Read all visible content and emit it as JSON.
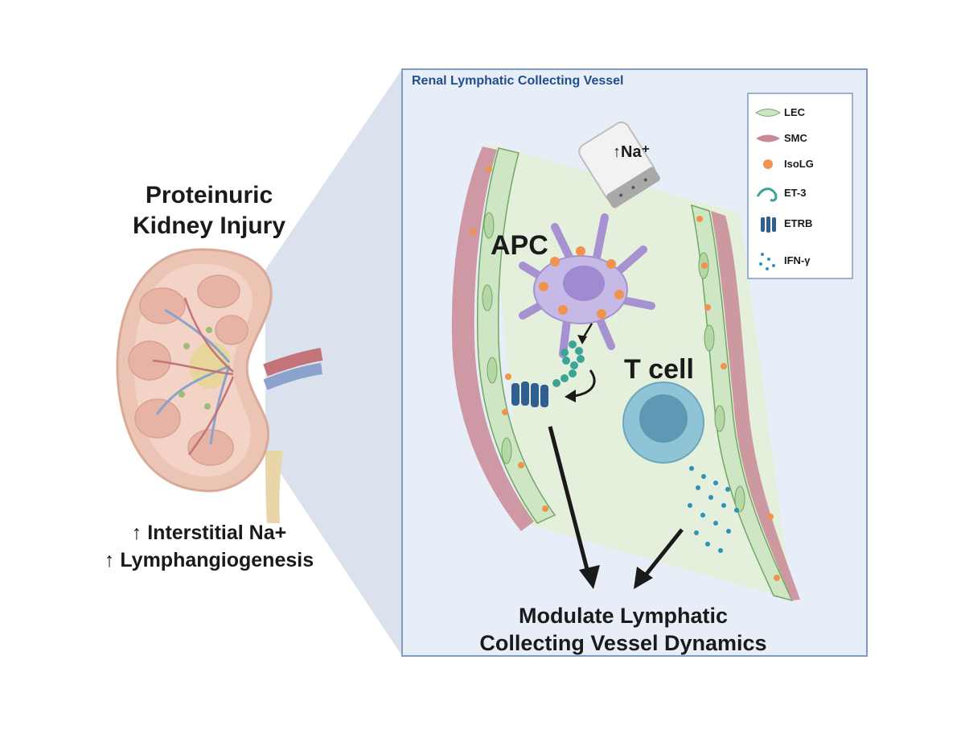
{
  "left": {
    "title_line1": "Proteinuric",
    "title_line2": "Kidney Injury",
    "note_line1": "↑ Interstitial Na+",
    "note_line2": "↑ Lymphangiogenesis"
  },
  "panel": {
    "title": "Renal Lymphatic Collecting Vessel",
    "salt_label": "↑Na⁺",
    "apc_label": "APC",
    "tcell_label": "T cell",
    "outcome_line1": "Modulate Lymphatic",
    "outcome_line2": "Collecting Vessel Dynamics"
  },
  "legend": {
    "items": [
      {
        "label": "LEC",
        "icon": "lec-icon"
      },
      {
        "label": "SMC",
        "icon": "smc-icon"
      },
      {
        "label": "IsoLG",
        "icon": "isolg-icon"
      },
      {
        "label": "ET-3",
        "icon": "et3-icon"
      },
      {
        "label": "ETRB",
        "icon": "etrb-icon"
      },
      {
        "label": "IFN-γ",
        "icon": "ifng-icon"
      }
    ]
  },
  "colors": {
    "panel_bg": "#e8eef8",
    "panel_border": "#7d9cc6",
    "vessel_fill": "#e4efdc",
    "lec": "#cfe6c4",
    "smc": "#c98a96",
    "isolg": "#f0934f",
    "apc": "#c7b9e6",
    "tcell": "#8fc4d6",
    "etrb": "#2f5f8f",
    "ifng": "#2d92b8",
    "arrow": "#1a1a1a"
  }
}
